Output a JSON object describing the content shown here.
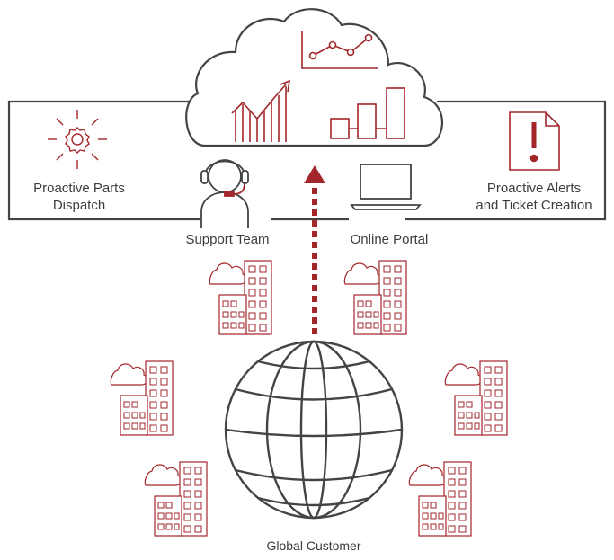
{
  "labels": {
    "parts_dispatch_line1": "Proactive Parts",
    "parts_dispatch_line2": "Dispatch",
    "alerts_line1": "Proactive Alerts",
    "alerts_line2": "and Ticket Creation",
    "support_team": "Support Team",
    "online_portal": "Online Portal",
    "global_customer": "Global Customer"
  },
  "colors": {
    "accent": "#a3262b",
    "line": "#444444",
    "text": "#3d3d3d"
  },
  "icons": [
    "cloud-icon",
    "line-chart-icon",
    "trend-chart-icon",
    "bar-chart-icon",
    "gear-icon",
    "headset-person-icon",
    "laptop-icon",
    "alert-document-icon",
    "globe-icon",
    "building-cloud-icon",
    "upload-arrow-icon"
  ]
}
